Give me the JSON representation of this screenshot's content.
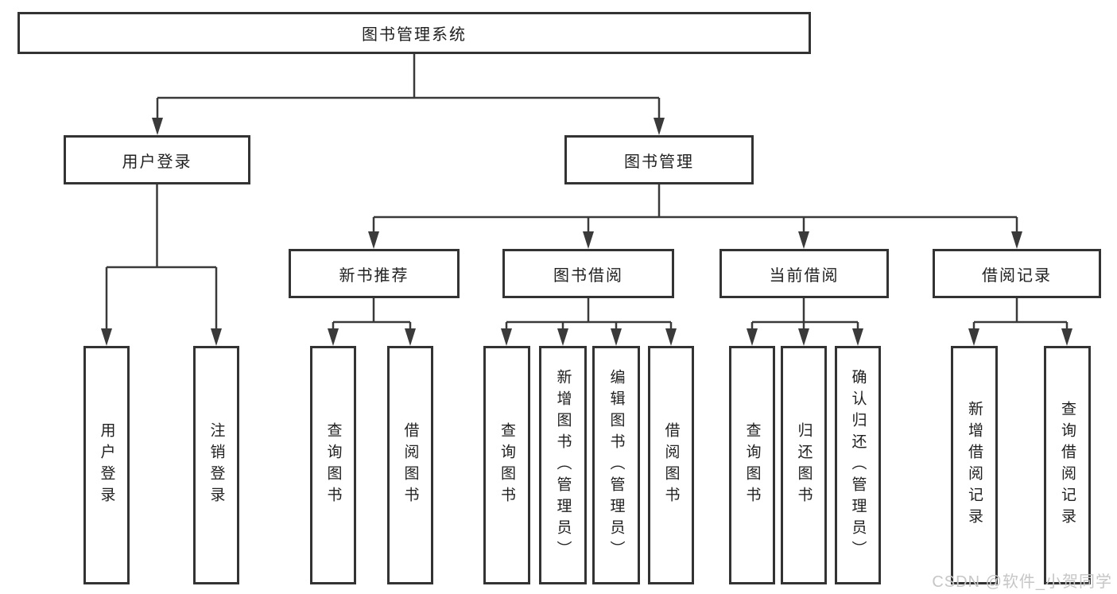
{
  "diagram": {
    "type": "hierarchy-tree",
    "root": {
      "label": "图书管理系统",
      "children": [
        {
          "label": "用户登录",
          "children": [
            {
              "label": "用户登录"
            },
            {
              "label": "注销登录"
            }
          ]
        },
        {
          "label": "图书管理",
          "children": [
            {
              "label": "新书推荐",
              "children": [
                {
                  "label": "查询图书"
                },
                {
                  "label": "借阅图书"
                }
              ]
            },
            {
              "label": "图书借阅",
              "children": [
                {
                  "label": "查询图书"
                },
                {
                  "label": "新增图书（管理员）"
                },
                {
                  "label": "编辑图书（管理员）"
                },
                {
                  "label": "借阅图书"
                }
              ]
            },
            {
              "label": "当前借阅",
              "children": [
                {
                  "label": "查询图书"
                },
                {
                  "label": "归还图书"
                },
                {
                  "label": "确认归还（管理员）"
                }
              ]
            },
            {
              "label": "借阅记录",
              "children": [
                {
                  "label": "新增借阅记录"
                },
                {
                  "label": "查询借阅记录"
                }
              ]
            }
          ]
        }
      ]
    }
  },
  "watermark": {
    "text": "CSDN @软件_小贺同学"
  },
  "colors": {
    "line": "#3a3a3a",
    "border": "#333333",
    "text": "#212121",
    "background": "#ffffff",
    "watermark": "#c6c6c6"
  }
}
